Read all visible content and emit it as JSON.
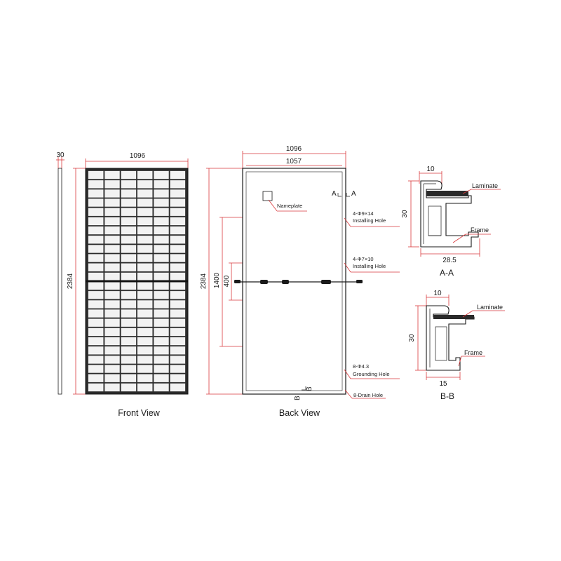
{
  "colors": {
    "dimension_line": "#d9393c",
    "outline": "#1a1a1a",
    "frame_fill": "#2a2a2a",
    "cell_fill": "#f2f2f2"
  },
  "side": {
    "thickness_label": "30"
  },
  "front": {
    "width_label": "1096",
    "height_label": "2384",
    "title": "Front View"
  },
  "back": {
    "width_label": "1096",
    "inner_width_label": "1057",
    "height_label": "2384",
    "install_span_label": "1400",
    "inner_span_label": "400",
    "title": "Back View",
    "nameplate": "Nameplate",
    "section_a": "A",
    "section_b": "B",
    "installing_holes_1": {
      "spec": "4-Φ9×14",
      "name": "Installing Hole"
    },
    "installing_holes_2": {
      "spec": "4-Φ7×10",
      "name": "Installing Hole"
    },
    "grounding_holes": {
      "spec": "8-Φ4.3",
      "name": "Grounding Hole"
    },
    "drain_holes": "8-Drain Hole"
  },
  "section_aa": {
    "top_label": "10",
    "height_label": "30",
    "bottom_label": "28.5",
    "laminate": "Laminate",
    "frame": "Frame",
    "title": "A-A"
  },
  "section_bb": {
    "top_label": "10",
    "height_label": "30",
    "bottom_label": "15",
    "laminate": "Laminate",
    "frame": "Frame",
    "title": "B-B"
  }
}
